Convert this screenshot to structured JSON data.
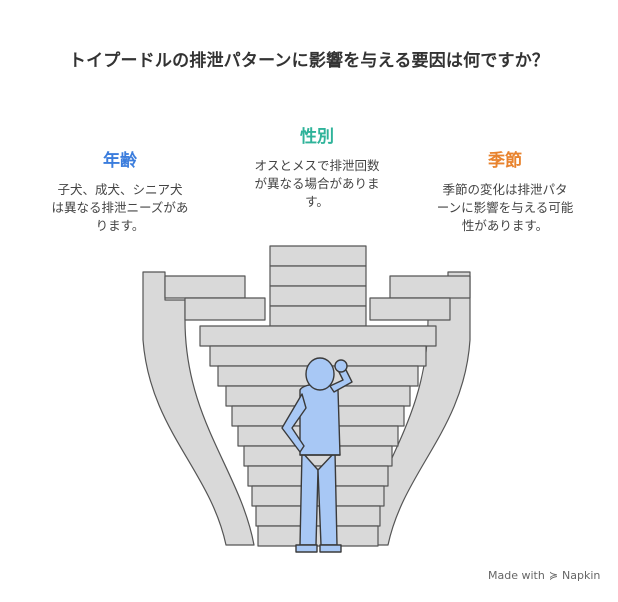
{
  "title": "トイプードルの排泄パターンに影響を与える要因は何ですか？",
  "factors": [
    {
      "title": "年齢",
      "color": "#3b7ddd",
      "desc": [
        "子犬、成犬、シニア犬",
        "は異なる排泄ニーズがあ",
        "ります。"
      ]
    },
    {
      "title": "性別",
      "color": "#2fb39a",
      "desc": [
        "オスとメスで排泄回数",
        "が異なる場合がありま",
        "す。"
      ]
    },
    {
      "title": "季節",
      "color": "#e8832e",
      "desc": [
        "季節の変化は排泄パタ",
        "ーンに影響を与える可能",
        "性があります。"
      ]
    }
  ],
  "colors": {
    "stairs": "#d9d9d9",
    "stairs_stroke": "#555555",
    "person": "#a8c8f5",
    "person_stroke": "#3a3a3a"
  },
  "brand": {
    "text": "Made with",
    "name": "Napkin",
    "icon": "napkin-logo-icon"
  }
}
